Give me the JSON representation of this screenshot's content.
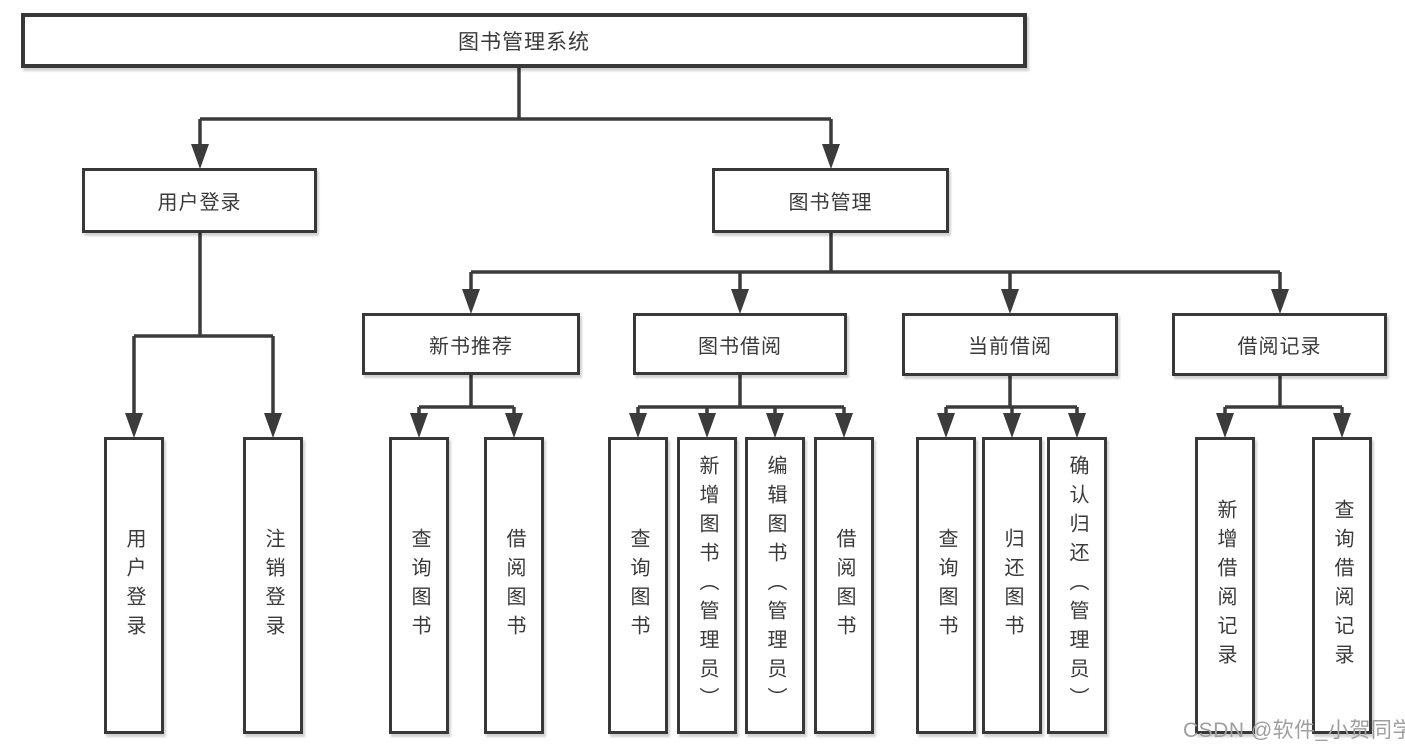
{
  "tree": {
    "label": "图书管理系统",
    "children": [
      {
        "label": "用户登录",
        "children": [
          {
            "label": "用户登录"
          },
          {
            "label": "注销登录"
          }
        ]
      },
      {
        "label": "图书管理",
        "children": [
          {
            "label": "新书推荐",
            "children": [
              {
                "label": "查询图书"
              },
              {
                "label": "借阅图书"
              }
            ]
          },
          {
            "label": "图书借阅",
            "children": [
              {
                "label": "查询图书"
              },
              {
                "label": "新增图书（管理员）"
              },
              {
                "label": "编辑图书（管理员）"
              },
              {
                "label": "借阅图书"
              }
            ]
          },
          {
            "label": "当前借阅",
            "children": [
              {
                "label": "查询图书"
              },
              {
                "label": "归还图书"
              },
              {
                "label": "确认归还（管理员）"
              }
            ]
          },
          {
            "label": "借阅记录",
            "children": [
              {
                "label": "新增借阅记录"
              },
              {
                "label": "查询借阅记录"
              }
            ]
          }
        ]
      }
    ]
  },
  "watermark": {
    "text": "CSDN @软件_小贺同学"
  },
  "colors": {
    "line": "#3b3b3b",
    "box_border": "#383838",
    "text": "#3a3a3a",
    "watermark": "#9f9f9f",
    "background": "#ffffff"
  }
}
